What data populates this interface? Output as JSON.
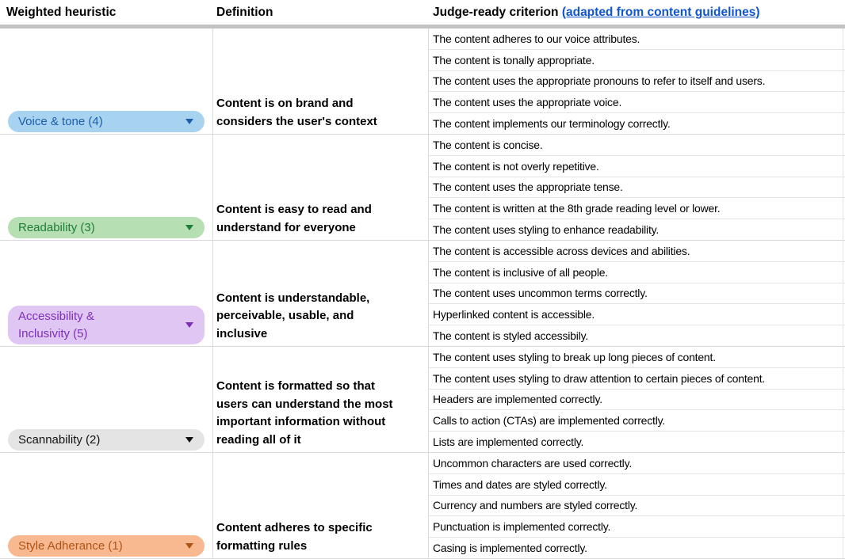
{
  "header": {
    "weighted_heuristic": "Weighted heuristic",
    "definition": "Definition",
    "judge_ready": "Judge-ready criterion",
    "judge_ready_link": "(adapted from content guidelines)",
    "link_color": "#1155cc"
  },
  "groups": [
    {
      "label": "Voice & tone (4)",
      "pill_bg": "#a8d3f0",
      "pill_fg": "#1a5fab",
      "definition": "Content is on brand and\nconsiders the user's context",
      "criteria": [
        "The content adheres to our voice attributes.",
        "The content is tonally appropriate.",
        "The content uses the appropriate pronouns to refer to itself and users.",
        "The content uses the appropriate voice.",
        "The content implements our terminology correctly."
      ]
    },
    {
      "label": "Readability (3)",
      "pill_bg": "#b6e0b3",
      "pill_fg": "#1e7e37",
      "definition": "Content is easy to read and\nunderstand for everyone",
      "criteria": [
        "The content is concise.",
        "The content is not overly repetitive.",
        "The content uses the appropriate tense.",
        "The content is written at the 8th grade reading level or lower.",
        "The content uses styling to enhance readability."
      ]
    },
    {
      "label": "Accessibility &\nInclusivity (5)",
      "pill_bg": "#e0c6f3",
      "pill_fg": "#7c2fb8",
      "definition": "Content is understandable,\nperceivable, usable, and\ninclusive",
      "criteria": [
        "The content is accessible across devices and abilities.",
        "The content is inclusive of all people.",
        "The content uses uncommon terms correctly.",
        "Hyperlinked content is accessible.",
        "The content is styled accessibily."
      ]
    },
    {
      "label": "Scannability (2)",
      "pill_bg": "#e4e4e5",
      "pill_fg": "#111111",
      "definition": "Content is formatted so that\nusers can understand the most\nimportant information without\nreading all of it",
      "criteria": [
        "The content uses styling to break up long pieces of content.",
        "The content uses styling to draw attention to certain pieces of content.",
        "Headers are implemented correctly.",
        "Calls to action (CTAs) are implemented correctly.",
        "Lists are implemented correctly."
      ]
    },
    {
      "label": "Style Adherance (1)",
      "pill_bg": "#f8b991",
      "pill_fg": "#b05415",
      "definition": "Content adheres to specific\nformatting rules",
      "criteria": [
        "Uncommon characters are used correctly.",
        "Times and dates are styled correctly.",
        "Currency and numbers are styled correctly.",
        "Punctuation is implemented correctly.",
        "Casing is implemented correctly."
      ]
    }
  ]
}
